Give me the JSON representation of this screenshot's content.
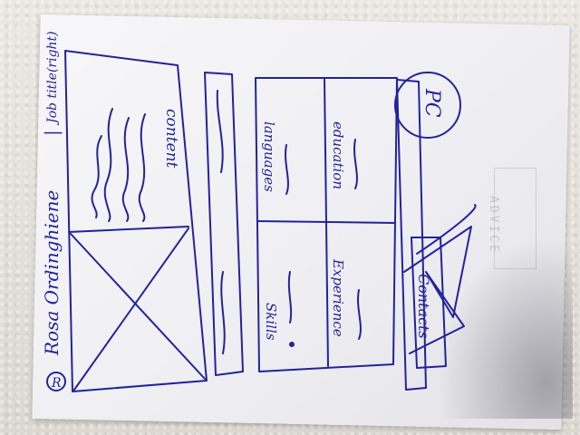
{
  "header": {
    "name": "Rosa Ordinghiene",
    "separator": "|",
    "job": "Job title(right)",
    "logo_letter": "R"
  },
  "hero": {
    "label": "content"
  },
  "sections": {
    "languages": "languages",
    "education": "education",
    "skills": "Skills",
    "experience": "Experience"
  },
  "avatar": {
    "initials": "PC"
  },
  "footer": {
    "label": "Contacts"
  },
  "background_text": "ADVICE"
}
